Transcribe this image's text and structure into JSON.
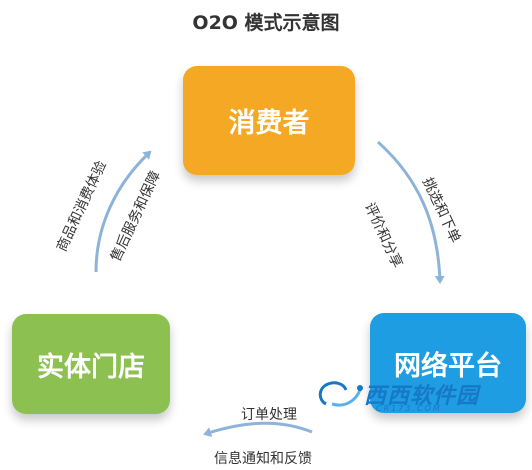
{
  "title": "O2O 模式示意图",
  "nodes": {
    "consumer": {
      "label": "消费者",
      "color": "#F5A824"
    },
    "store": {
      "label": "实体门店",
      "color": "#8CC152"
    },
    "platform": {
      "label": "网络平台",
      "color": "#1E9DE3"
    }
  },
  "edges": {
    "consumer_to_platform_outer": "挑选和下单",
    "platform_to_consumer_inner": "评价和分享",
    "store_to_consumer_outer": "商品和消费体验",
    "store_to_consumer_inner": "售后服务和保障",
    "platform_to_store_top": "订单处理",
    "platform_to_store_bottom": "信息通知和反馈"
  },
  "arrow_color": "#8DB3D9",
  "watermark": {
    "main": "西西软件园",
    "sub": "CR173.COM"
  }
}
